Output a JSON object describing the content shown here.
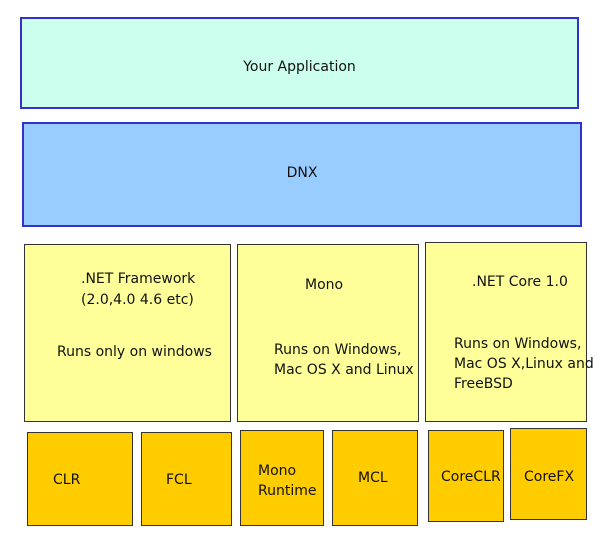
{
  "layers": {
    "application": "Your Application",
    "runtime": "DNX"
  },
  "frameworks": [
    {
      "name": ".NET Framework",
      "version": "(2.0,4.0 4.6 etc)",
      "platform": "Runs only on windows"
    },
    {
      "name": "Mono",
      "platform_line1": "Runs on Windows,",
      "platform_line2": "Mac OS X and Linux"
    },
    {
      "name": ".NET Core 1.0",
      "platform_line1": "Runs on Windows,",
      "platform_line2": "Mac OS X,Linux and",
      "platform_line3": "FreeBSD"
    }
  ],
  "libraries": [
    {
      "line1": "CLR"
    },
    {
      "line1": "FCL"
    },
    {
      "line1": "Mono",
      "line2": "Runtime"
    },
    {
      "line1": "MCL"
    },
    {
      "line1": "CoreCLR"
    },
    {
      "line1": "CoreFX"
    }
  ],
  "colors": {
    "application_fill": "#ccffee",
    "runtime_fill": "#99ccff",
    "framework_fill": "#ffff99",
    "library_fill": "#ffcc00",
    "top_border": "#3333cc"
  }
}
